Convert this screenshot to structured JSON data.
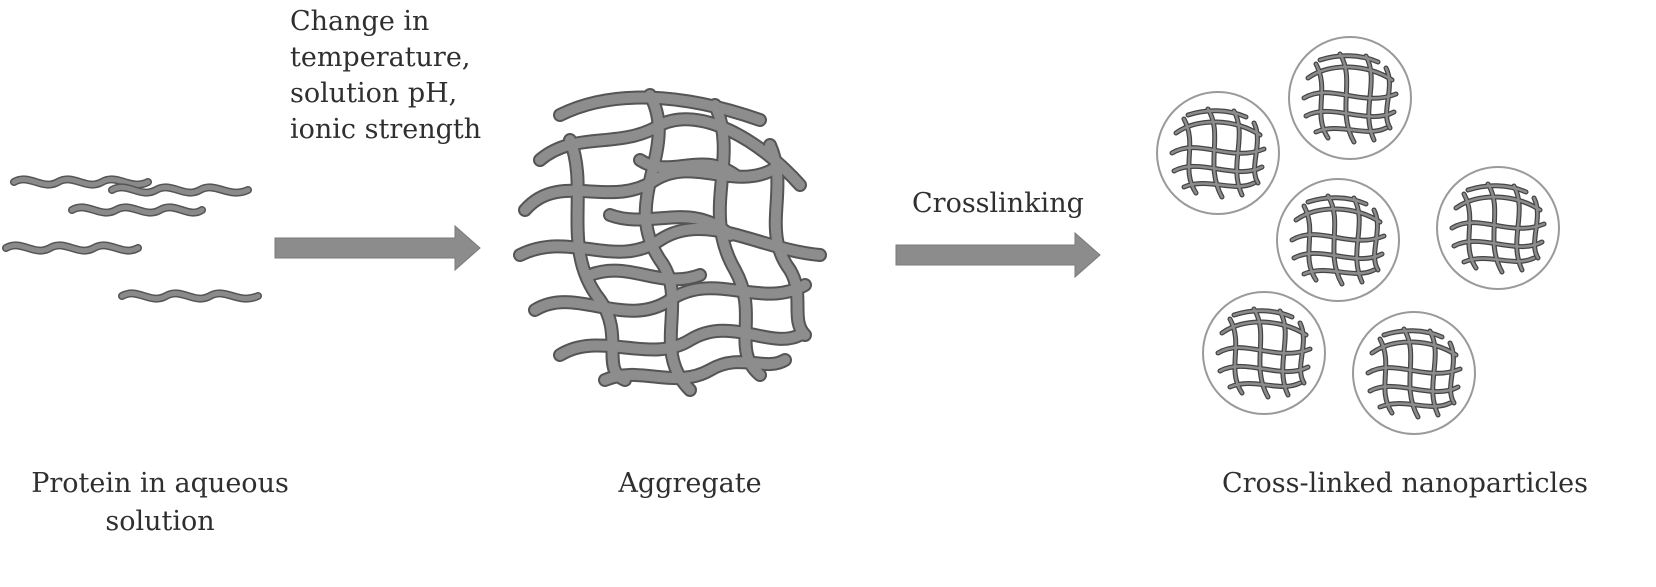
{
  "labels": {
    "conditions": "Change in\ntemperature,\nsolution pH,\nionic strength",
    "crosslinking": "Crosslinking",
    "protein": "Protein in aqueous\nsolution",
    "aggregate": "Aggregate",
    "nanoparticles": "Cross-linked nanoparticles"
  },
  "colors": {
    "arrow": "#8c8c8c",
    "strand": "#8a8a8a",
    "strand_outline": "#555555",
    "particle_border": "#9a9a9a"
  }
}
